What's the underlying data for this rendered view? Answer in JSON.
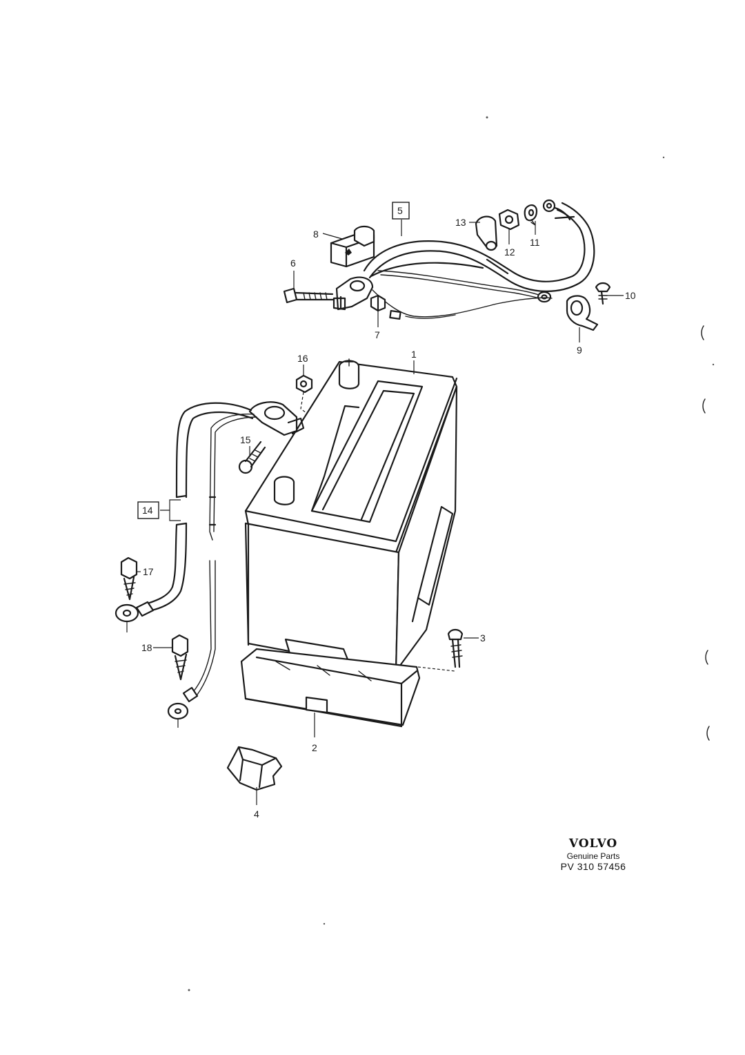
{
  "diagram": {
    "brand": "VOLVO",
    "subtitle": "Genuine Parts",
    "code": "PV 310 57456",
    "callouts": {
      "c1": "1",
      "c2": "2",
      "c3": "3",
      "c4": "4",
      "c5": "5",
      "c6": "6",
      "c7": "7",
      "c8": "8",
      "c9": "9",
      "c10": "10",
      "c11": "11",
      "c12": "12",
      "c13": "13",
      "c14": "14",
      "c15": "15",
      "c16": "16",
      "c17": "17",
      "c18": "18"
    },
    "boxed_callouts": [
      "5",
      "14"
    ],
    "colors": {
      "ink": "#1a1a1a",
      "paper": "#ffffff"
    }
  }
}
